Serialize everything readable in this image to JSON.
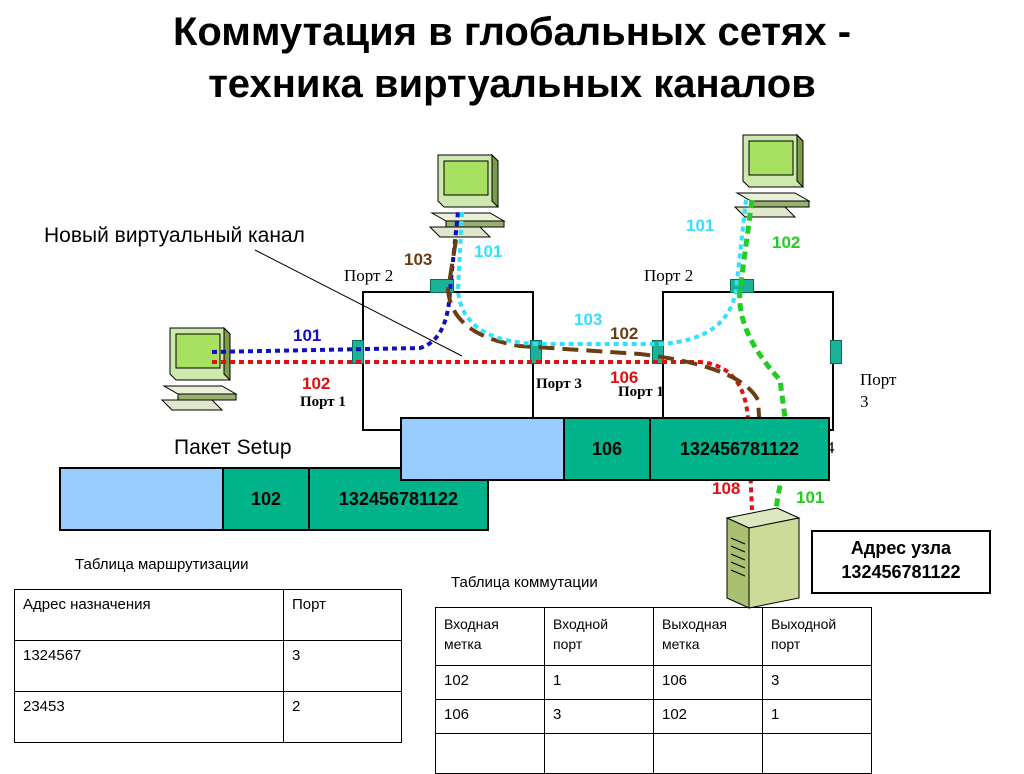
{
  "title_line1": "Коммутация в глобальных сетях -",
  "title_line2": "техника виртуальных каналов",
  "new_channel_label": "Новый виртуальный канал",
  "packet_label": "Пакет Setup",
  "routing_caption": "Таблица маршрутизации",
  "switching_caption": "Таблица коммутации",
  "ports": {
    "left_port2": "Порт 2",
    "left_port1": "Порт 1",
    "left_port3": "Порт 3",
    "right_port2": "Порт 2",
    "right_port1": "Порт 1",
    "right_port3_a": "Порт",
    "right_port3_b": "3",
    "right_port4_fragment": "4"
  },
  "labels": {
    "l101_left": "101",
    "l102_left": "102",
    "l103_top": "103",
    "l101_top": "101",
    "l103_mid": "103",
    "l102_mid": "102",
    "l106_mid": "106",
    "l101_right_top": "101",
    "l102_right_top": "102",
    "l108": "108",
    "l101_bottom": "101"
  },
  "packet1": {
    "label": "102",
    "address": "132456781122"
  },
  "packet2": {
    "label": "106",
    "address": "132456781122"
  },
  "node_address": {
    "line1": "Адрес узла",
    "line2": "132456781122"
  },
  "routing_table": {
    "headers": [
      "Адрес назначения",
      "Порт"
    ],
    "rows": [
      [
        "1324567",
        "3"
      ],
      [
        "23453",
        "2"
      ]
    ]
  },
  "switching_table": {
    "headers": [
      [
        "Входная",
        "метка"
      ],
      [
        "Входной",
        "порт"
      ],
      [
        "Выходная",
        "метка"
      ],
      [
        "Выходной",
        "порт"
      ]
    ],
    "rows": [
      [
        "102",
        "1",
        "106",
        "3"
      ],
      [
        "106",
        "3",
        "102",
        "1"
      ],
      [
        "",
        "",
        "",
        ""
      ]
    ]
  },
  "colors": {
    "blue": "#1010c0",
    "red": "#e01010",
    "brown": "#6b3d12",
    "cyan": "#33e0ff",
    "green": "#22cc22",
    "port": "#1ab39a",
    "packet_blue": "#99ccff",
    "packet_green": "#00b38a"
  }
}
